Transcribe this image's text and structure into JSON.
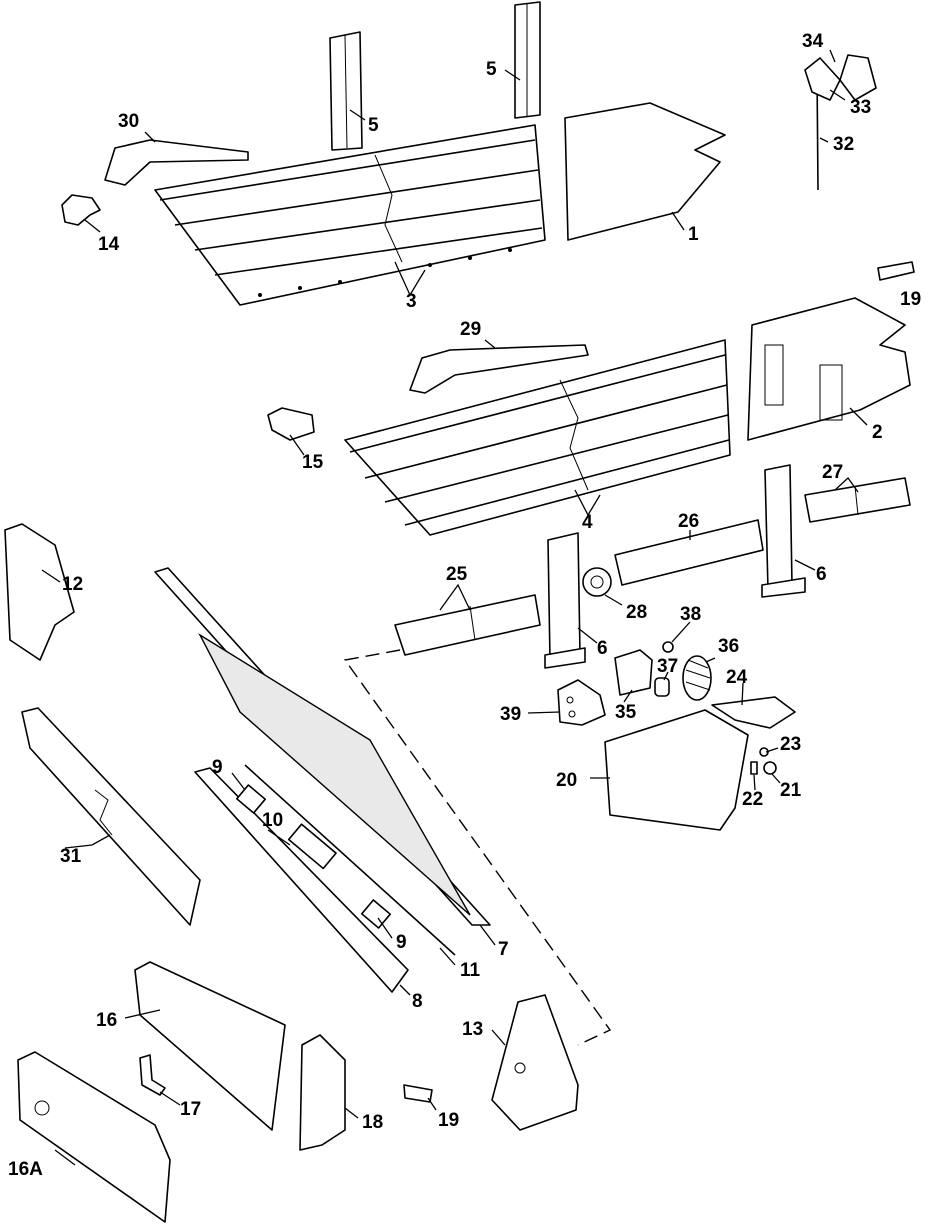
{
  "callouts": [
    {
      "id": "c1",
      "text": "1"
    },
    {
      "id": "c2",
      "text": "2"
    },
    {
      "id": "c3",
      "text": "3"
    },
    {
      "id": "c4",
      "text": "4"
    },
    {
      "id": "c5a",
      "text": "5"
    },
    {
      "id": "c5b",
      "text": "5"
    },
    {
      "id": "c6a",
      "text": "6"
    },
    {
      "id": "c6b",
      "text": "6"
    },
    {
      "id": "c7",
      "text": "7"
    },
    {
      "id": "c8",
      "text": "8"
    },
    {
      "id": "c9a",
      "text": "9"
    },
    {
      "id": "c9b",
      "text": "9"
    },
    {
      "id": "c10",
      "text": "10"
    },
    {
      "id": "c11",
      "text": "11"
    },
    {
      "id": "c12",
      "text": "12"
    },
    {
      "id": "c13",
      "text": "13"
    },
    {
      "id": "c14",
      "text": "14"
    },
    {
      "id": "c15",
      "text": "15"
    },
    {
      "id": "c16",
      "text": "16"
    },
    {
      "id": "c16a",
      "text": "16A"
    },
    {
      "id": "c17",
      "text": "17"
    },
    {
      "id": "c18",
      "text": "18"
    },
    {
      "id": "c19a",
      "text": "19"
    },
    {
      "id": "c19b",
      "text": "19"
    },
    {
      "id": "c20",
      "text": "20"
    },
    {
      "id": "c21",
      "text": "21"
    },
    {
      "id": "c22",
      "text": "22"
    },
    {
      "id": "c23",
      "text": "23"
    },
    {
      "id": "c24",
      "text": "24"
    },
    {
      "id": "c25",
      "text": "25"
    },
    {
      "id": "c26",
      "text": "26"
    },
    {
      "id": "c27",
      "text": "27"
    },
    {
      "id": "c28",
      "text": "28"
    },
    {
      "id": "c29",
      "text": "29"
    },
    {
      "id": "c30",
      "text": "30"
    },
    {
      "id": "c31",
      "text": "31"
    },
    {
      "id": "c32",
      "text": "32"
    },
    {
      "id": "c33",
      "text": "33"
    },
    {
      "id": "c34",
      "text": "34"
    },
    {
      "id": "c35",
      "text": "35"
    },
    {
      "id": "c36",
      "text": "36"
    },
    {
      "id": "c37",
      "text": "37"
    },
    {
      "id": "c38",
      "text": "38"
    },
    {
      "id": "c39",
      "text": "39"
    }
  ]
}
